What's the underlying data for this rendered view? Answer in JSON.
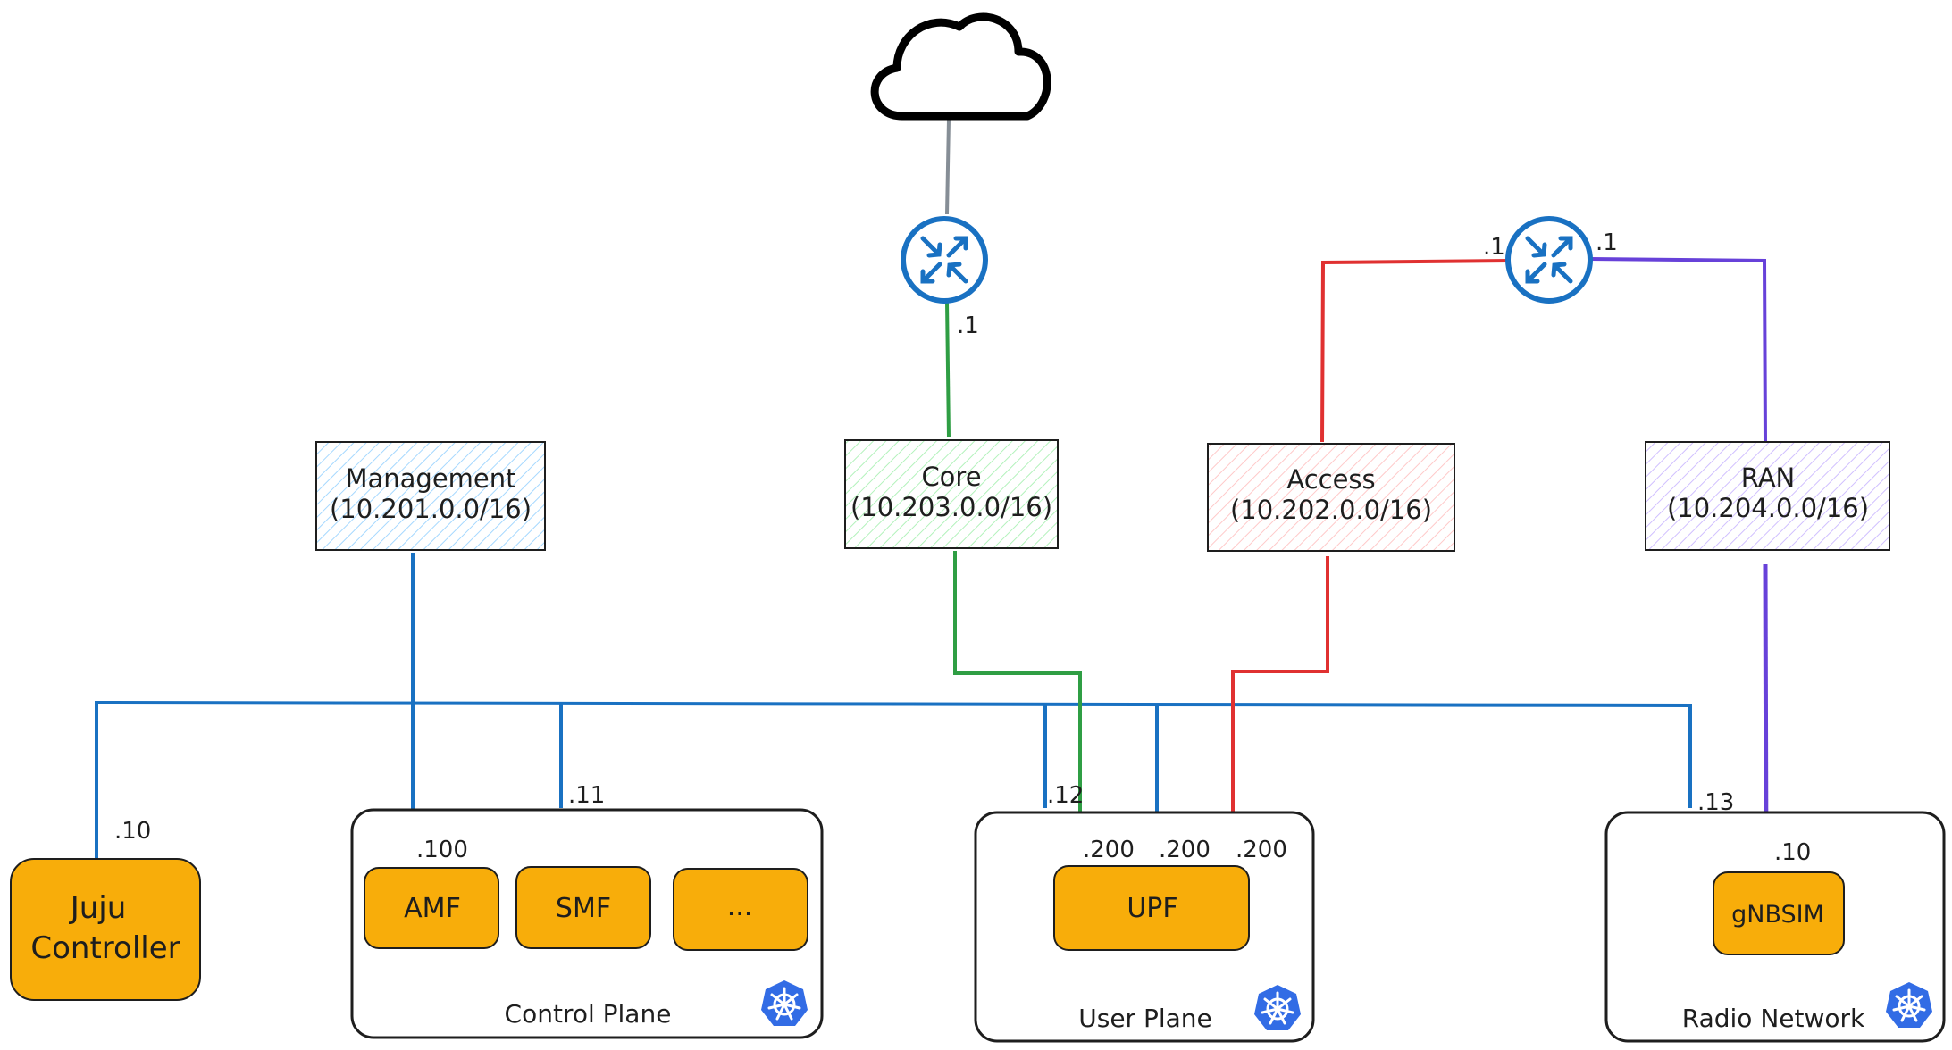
{
  "networks": {
    "management": {
      "name": "Management",
      "cidr": "(10.201.0.0/16)",
      "color": "#1971c2",
      "fill": "#a5d8ff"
    },
    "core": {
      "name": "Core",
      "cidr": "(10.203.0.0/16)",
      "color": "#2f9e44",
      "fill": "#b2f2bb"
    },
    "access": {
      "name": "Access",
      "cidr": "(10.202.0.0/16)",
      "color": "#e03131",
      "fill": "#ffc9c9"
    },
    "ran": {
      "name": "RAN",
      "cidr": "(10.204.0.0/16)",
      "color": "#6741d9",
      "fill": "#d0bfff"
    }
  },
  "groups": {
    "control_plane": "Control Plane",
    "user_plane": "User Plane",
    "radio_network": "Radio Network"
  },
  "nodes": {
    "juju_line1": "Juju",
    "juju_line2": "Controller",
    "amf": "AMF",
    "smf": "SMF",
    "more": "...",
    "upf": "UPF",
    "gnbsim": "gNBSIM"
  },
  "addresses": {
    "core_router_core": ".1",
    "ran_router_access": ".1",
    "ran_router_ran": ".1",
    "juju": ".10",
    "control_plane": ".11",
    "user_plane": ".12",
    "radio_network": ".13",
    "amf": ".100",
    "upf_core": ".200",
    "upf_mgmt": ".200",
    "upf_access": ".200",
    "gnbsim": ".10"
  },
  "colors": {
    "node_fill": "#f8ad0a",
    "stroke": "#1e1e1e",
    "router": "#1971c2",
    "internet_link": "#868e96",
    "kubernetes": "#326ce5"
  },
  "icons": {
    "internet": "cloud-icon",
    "router": "router-icon",
    "kubernetes": "kubernetes-icon"
  }
}
